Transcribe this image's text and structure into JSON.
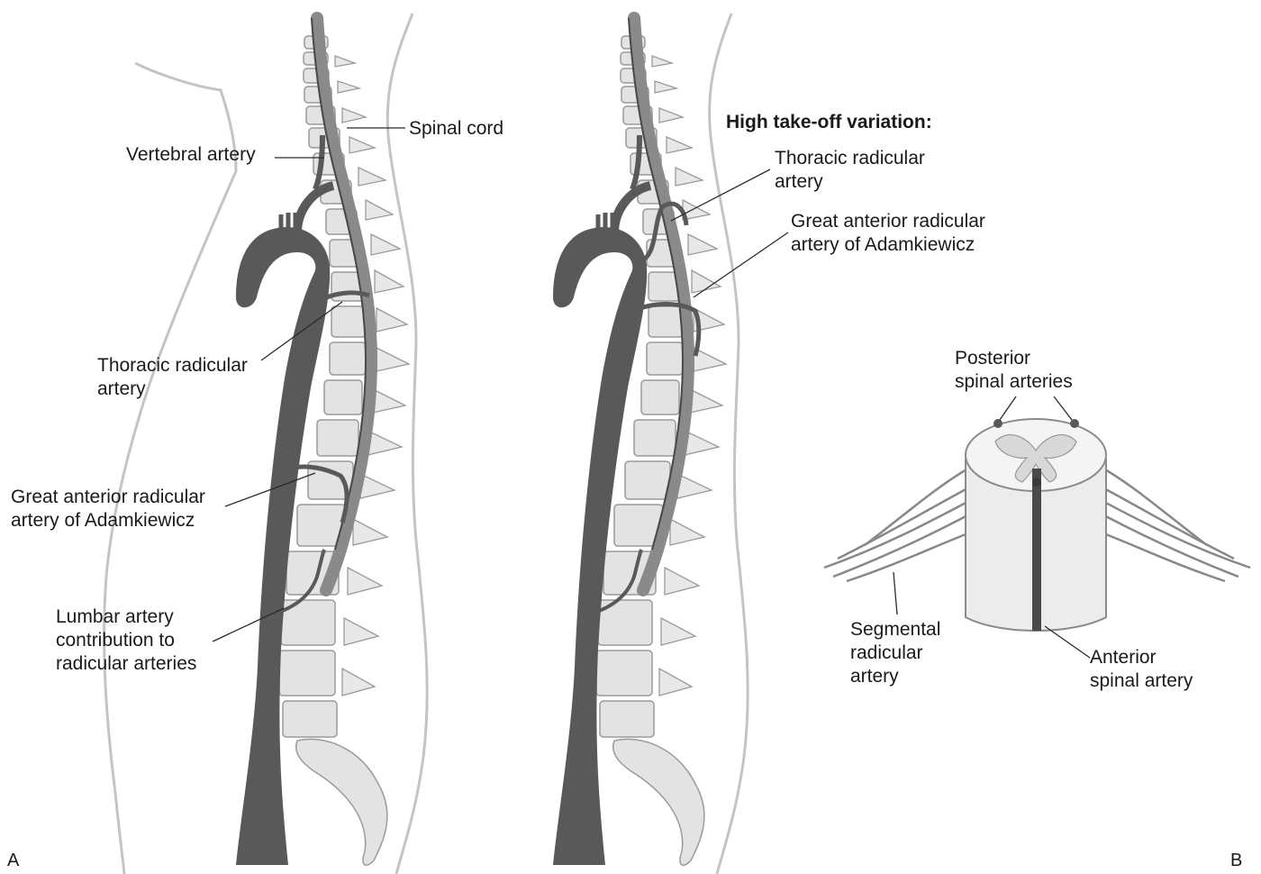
{
  "panel_a": {
    "letter": "A",
    "labels": {
      "spinal_cord": "Spinal cord",
      "vertebral_artery": "Vertebral artery",
      "thoracic_radicular": [
        "Thoracic radicular",
        "artery"
      ],
      "adamkiewicz": [
        "Great anterior radicular",
        "artery of Adamkiewicz"
      ],
      "lumbar": [
        "Lumbar artery",
        "contribution to",
        "radicular arteries"
      ]
    }
  },
  "panel_mid": {
    "heading": "High take-off variation:",
    "labels": {
      "thoracic_radicular": [
        "Thoracic radicular",
        "artery"
      ],
      "adamkiewicz": [
        "Great anterior radicular",
        "artery of Adamkiewicz"
      ]
    }
  },
  "panel_b": {
    "letter": "B",
    "labels": {
      "posterior": [
        "Posterior",
        "spinal arteries"
      ],
      "segmental": [
        "Segmental",
        "radicular",
        "artery"
      ],
      "anterior": [
        "Anterior",
        "spinal artery"
      ]
    }
  },
  "colors": {
    "artery": "#595959",
    "bone": "#e3e3e3",
    "bone_stroke": "#9a9a9a",
    "cord": "#8a8a8a",
    "outline": "#c4c4c4",
    "leader": "#2a2a2a"
  }
}
